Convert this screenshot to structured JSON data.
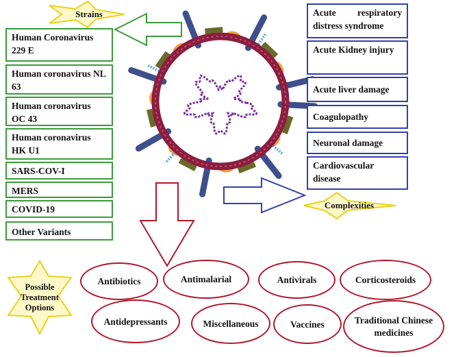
{
  "strains": {
    "title": "Strains",
    "items": [
      {
        "label": "Human Coronavirus 229 E"
      },
      {
        "label": "Human coronavirus NL 63"
      },
      {
        "label": "Human coronavirus OC 43"
      },
      {
        "label": "Human coronavirus HK U1"
      },
      {
        "label": "SARS-COV-I"
      },
      {
        "label": "MERS"
      },
      {
        "label": "COVID-19"
      },
      {
        "label": "Other Variants"
      }
    ]
  },
  "complexities": {
    "title": "Complexities",
    "items": [
      {
        "label": "Acute respiratory distress syndrome"
      },
      {
        "label": "Acute Kidney injury"
      },
      {
        "label": "Acute liver damage"
      },
      {
        "label": "Coagulopathy"
      },
      {
        "label": "Neuronal damage"
      },
      {
        "label": "Cardiovascular disease"
      }
    ]
  },
  "treatments": {
    "title": "Possible Treatment Options",
    "items": [
      {
        "label": "Antibiotics"
      },
      {
        "label": "Antimalarial"
      },
      {
        "label": "Antivirals"
      },
      {
        "label": "Corticosteroids"
      },
      {
        "label": "Antidepressants"
      },
      {
        "label": "Miscellaneous"
      },
      {
        "label": "Vaccines"
      },
      {
        "label": "Traditional Chinese medicines"
      }
    ]
  },
  "colors": {
    "strain_border": "#3a9a3a",
    "complexity_border": "#3340a8",
    "treatment_border": "#b0172a",
    "star_fill": "#fff9c9",
    "star_stroke": "#e8d21a",
    "virus_ring": "#8b1e3f",
    "spike_blue": "#3e4f8e",
    "spike_olive": "#6a6a2a",
    "spike_orange": "#f0a040",
    "rna": "#7a2a9a"
  }
}
